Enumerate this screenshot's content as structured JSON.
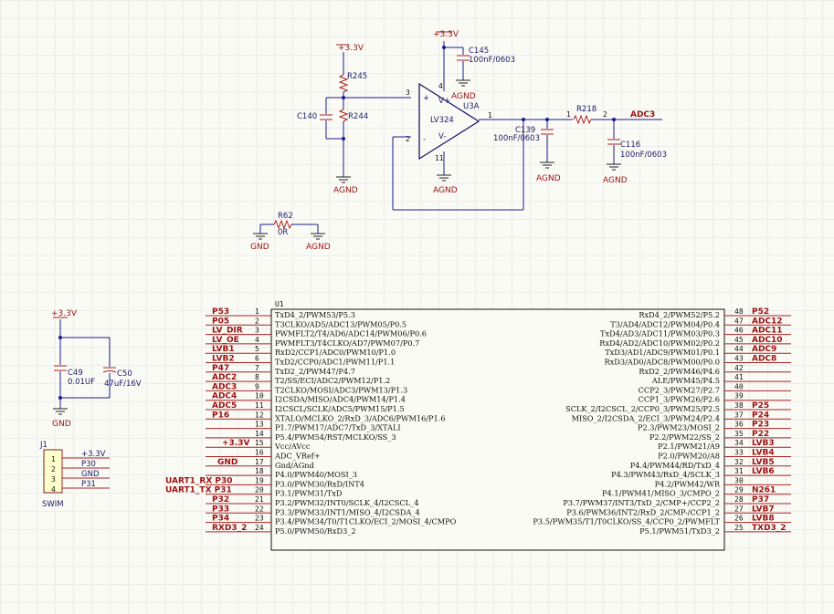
{
  "analog": {
    "vcc_top": "+3.3V",
    "vcc_opamp": "+3.3V",
    "r245": "R245",
    "r244": "R244",
    "c140": "C140",
    "c145": "C145",
    "c145_val": "100nF/0603",
    "u3a": "U3A",
    "lv324": "LV324",
    "pin3": "3",
    "pin2": "2",
    "pin1": "1",
    "pin4": "4",
    "pin11": "11",
    "r218": "R218",
    "r218_p1": "1",
    "r218_p2": "2",
    "adc3": "ADC3",
    "c139": "C139",
    "c139_val": "100nF/0603",
    "c116": "C116",
    "c116_val": "100nF/0603",
    "agnd": "AGND",
    "vplus": "V+",
    "vminus": "V-",
    "plus": "+",
    "minus": "-",
    "r62": "R62",
    "r62_val": "0R",
    "gnd": "GND"
  },
  "decoupling": {
    "vcc": "+3.3V",
    "c49": "C49",
    "c49_val": "0.01UF",
    "c50": "C50",
    "c50_val": "47uF/16V",
    "gnd": "GND"
  },
  "swim": {
    "ref": "J1",
    "name": "SWIM",
    "pins": [
      "1",
      "2",
      "3",
      "4"
    ],
    "nets": [
      "+3.3V",
      "P30",
      "GND",
      "P31"
    ]
  },
  "mcu": {
    "ref": "U1",
    "left_pins": [
      {
        "num": "1",
        "func": "TxD4_2/PWM53/P5.3",
        "net": "P53"
      },
      {
        "num": "2",
        "func": "T3CLKO/AD5/ADC13/PWM05/P0.5",
        "net": "P05"
      },
      {
        "num": "3",
        "func": "PWMFLT2/T4/AD6/ADC14/PWM06/P0.6",
        "net": "LV_DIR"
      },
      {
        "num": "4",
        "func": "PWMFLT3/T4CLKO/AD7/PWM07/P0.7",
        "net": "LV_OE"
      },
      {
        "num": "5",
        "func": "RxD2/CCP1/ADC0/PWM10/P1.0",
        "net": "LVB1"
      },
      {
        "num": "6",
        "func": "TxD2/CCP0/ADC1/PWM11/P1.1",
        "net": "LVB2"
      },
      {
        "num": "7",
        "func": "TxD2_2/PWM47/P4.7",
        "net": "P47"
      },
      {
        "num": "8",
        "func": "T2/SS/ECI/ADC2/PWM12/P1.2",
        "net": "ADC2"
      },
      {
        "num": "9",
        "func": "T2CLKO/MOSI/ADC3/PWM13/P1.3",
        "net": "ADC3"
      },
      {
        "num": "10",
        "func": "I2CSDA/MISO/ADC4/PWM14/P1.4",
        "net": "ADC4"
      },
      {
        "num": "11",
        "func": "I2CSCL/SCLK/ADC5/PWM15/P1.5",
        "net": "ADC5"
      },
      {
        "num": "12",
        "func": "XTALO/MCLKO_2/RxD_3/ADC6/PWM16/P1.6",
        "net": "P16"
      },
      {
        "num": "13",
        "func": "P1.7/PWM17/ADC7/TxD_3/XTALI",
        "net": ""
      },
      {
        "num": "14",
        "func": "P5.4/PWM54/RST/MCLKO/SS_3",
        "net": ""
      },
      {
        "num": "15",
        "func": "Vcc/AVcc",
        "net": "+3.3V"
      },
      {
        "num": "16",
        "func": "ADC_VRef+",
        "net": ""
      },
      {
        "num": "17",
        "func": "Gnd/AGnd",
        "net": "GND"
      },
      {
        "num": "18",
        "func": "P4.0/PWM40/MOSI_3",
        "net": ""
      },
      {
        "num": "19",
        "func": "P3.0/PWM30/RxD/INT4",
        "net": "UART1_RX   P30"
      },
      {
        "num": "20",
        "func": "P3.1/PWM31/TxD",
        "net": "UART1_TX   P31"
      },
      {
        "num": "21",
        "func": "P3.2/PWM32/INT0/SCLK_4/I2CSCL_4",
        "net": "P32"
      },
      {
        "num": "22",
        "func": "P3.3/PWM33/INT1/MISO_4/I2CSDA_4",
        "net": "P33"
      },
      {
        "num": "23",
        "func": "P3.4/PWM34/T0/T1CLKO/ECI_2/MOSI_4/CMPO",
        "net": "P34"
      },
      {
        "num": "24",
        "func": "P5.0/PWM50/RxD3_2",
        "net": "RXD3_2"
      }
    ],
    "right_pins": [
      {
        "num": "48",
        "func": "RxD4_2/PWM52/P5.2",
        "net": "P52"
      },
      {
        "num": "47",
        "func": "T3/AD4/ADC12/PWM04/P0.4",
        "net": "ADC12"
      },
      {
        "num": "46",
        "func": "TxD4/AD3/ADC11/PWM03/P0.3",
        "net": "ADC11"
      },
      {
        "num": "45",
        "func": "RxD4/AD2/ADC10/PWM02/P0.2",
        "net": "ADC10"
      },
      {
        "num": "44",
        "func": "TxD3/AD1/ADC9/PWM01/P0.1",
        "net": "ADC9"
      },
      {
        "num": "43",
        "func": "RxD3/AD0/ADC8/PWM00/P0.0",
        "net": "ADC8"
      },
      {
        "num": "42",
        "func": "RxD2_2/PWM46/P4.6",
        "net": ""
      },
      {
        "num": "41",
        "func": "ALE/PWM45/P4.5",
        "net": ""
      },
      {
        "num": "40",
        "func": "CCP2_3/PWM27/P2.7",
        "net": ""
      },
      {
        "num": "39",
        "func": "CCP1_3/PWM26/P2.6",
        "net": ""
      },
      {
        "num": "38",
        "func": "SCLK_2/I2CSCL_2/CCP0_3/PWM25/P2.5",
        "net": "P25"
      },
      {
        "num": "37",
        "func": "MISO_2/I2CSDA_2/ECI_3/PWM24/P2.4",
        "net": "P24"
      },
      {
        "num": "36",
        "func": "P2.3/PWM23/MOSI_2",
        "net": "P23"
      },
      {
        "num": "35",
        "func": "P2.2/PWM22/SS_2",
        "net": "P22"
      },
      {
        "num": "34",
        "func": "P2.1/PWM21/A9",
        "net": "LVB3"
      },
      {
        "num": "33",
        "func": "P2.0/PWM20/A8",
        "net": "LVB4"
      },
      {
        "num": "32",
        "func": "P4.4/PWM44/RD/TxD_4",
        "net": "LVB5"
      },
      {
        "num": "31",
        "func": "P4.3/PWM43/RxD_4/SCLK_3",
        "net": "LVB6"
      },
      {
        "num": "30",
        "func": "P4.2/PWM42/WR",
        "net": ""
      },
      {
        "num": "29",
        "func": "P4.1/PWM41/MISO_3/CMPO_2",
        "net": "N261"
      },
      {
        "num": "28",
        "func": "P3.7/PWM37/INT3/TxD_2/CMP+/CCP2_2",
        "net": "P37"
      },
      {
        "num": "27",
        "func": "P3.6/PWM36/INT2/RxD_2/CMP-/CCP1_2",
        "net": "LVB7"
      },
      {
        "num": "26",
        "func": "P3.5/PWM35/T1/T0CLKO/SS_4/CCP0_2/PWMFLT",
        "net": "LVB8"
      },
      {
        "num": "25",
        "func": "P5.1/PWM51/TxD3_2",
        "net": "TXD3_2"
      }
    ]
  }
}
